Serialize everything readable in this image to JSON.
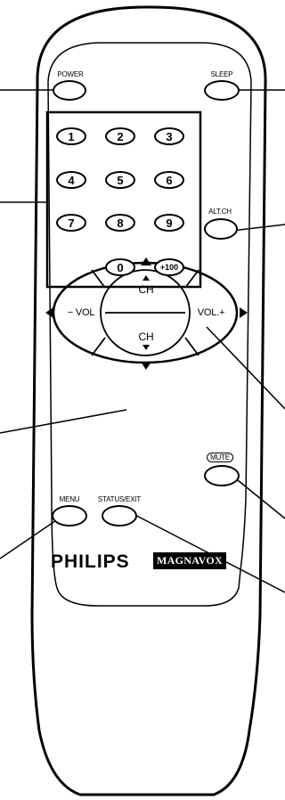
{
  "labels": {
    "power": "POWER",
    "sleep": "SLEEP",
    "alt_ch": "ALT.CH",
    "mute": "MUTE",
    "menu": "MENU",
    "status_exit": "STATUS/EXIT"
  },
  "keypad": [
    "1",
    "2",
    "3",
    "4",
    "5",
    "6",
    "7",
    "8",
    "9",
    "0",
    "+100"
  ],
  "dpad": {
    "ch_up": "CH",
    "ch_down": "CH",
    "vol_down": "− VOL",
    "vol_up": "VOL.+"
  },
  "brand": {
    "philips": "PHILIPS",
    "magnavox": "MAGNAVOX"
  }
}
